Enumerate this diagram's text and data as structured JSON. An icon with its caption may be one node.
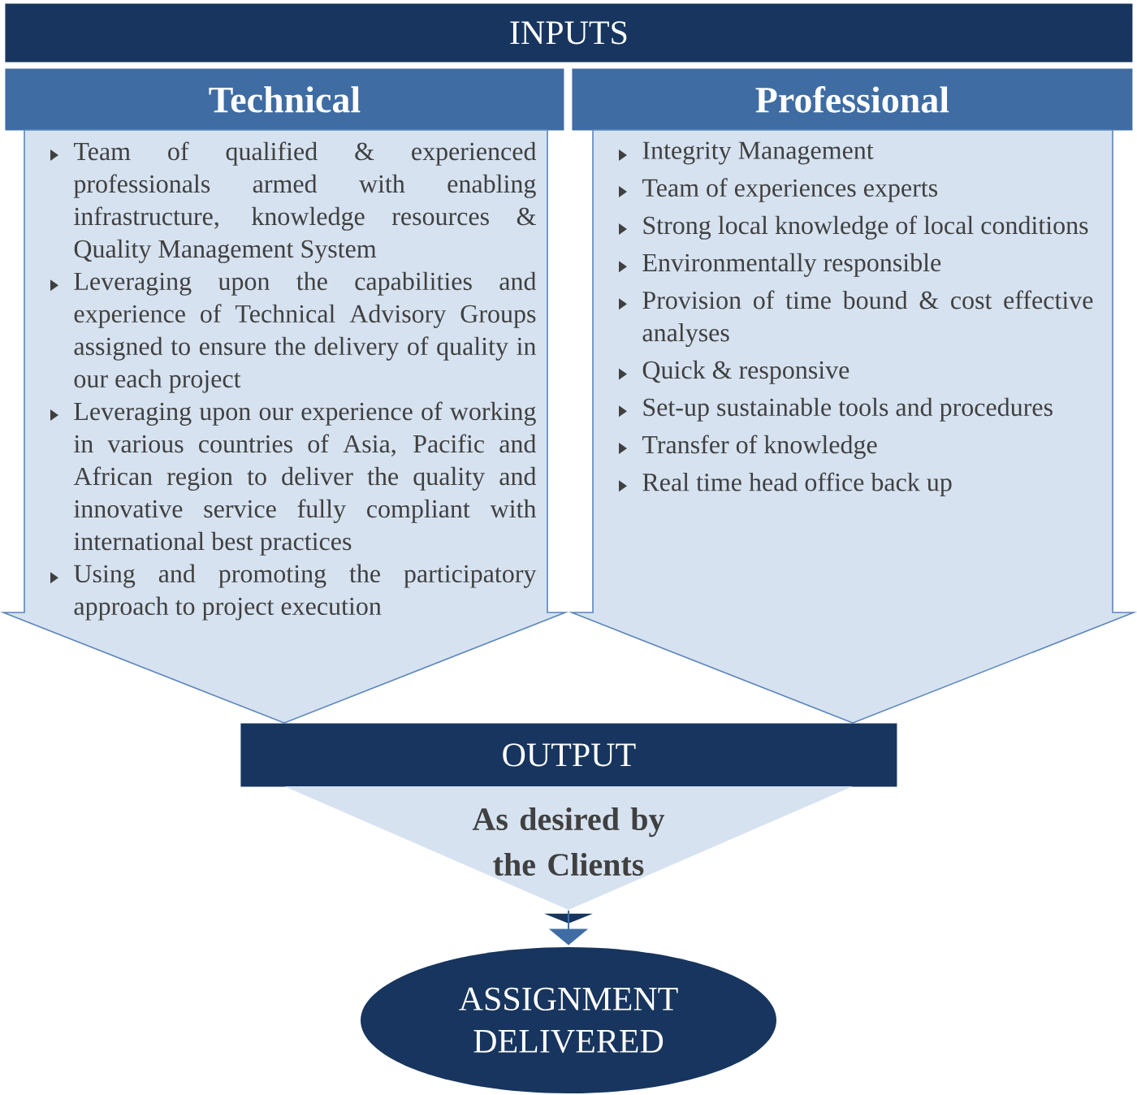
{
  "diagram": {
    "nodes": [
      {
        "text": [
          "INPUTS"
        ]
      },
      {
        "text": [
          "Technical"
        ]
      },
      {
        "text": [
          "Team of qualified & experienced professionals armed with enabling infrastructure, knowledge resources & Quality Management System",
          "Leveraging upon the capabilities and experience of Technical Advisory Groups assigned to ensure the delivery of quality in our each project",
          "Leveraging upon our experience of working in various countries of Asia, Pacific and African region to deliver the quality and innovative service fully compliant with international best practices",
          "Using and promoting the participatory approach to project execution"
        ]
      },
      {
        "text": [
          "Professional"
        ]
      },
      {
        "text": [
          "Integrity Management",
          "Team of experiences experts",
          "Strong local knowledge of local conditions",
          "Environmentally responsible",
          "Provision of time bound & cost effective analyses",
          "Quick & responsive",
          "Set-up sustainable tools and procedures",
          "Transfer of knowledge",
          "Real time head office back up"
        ]
      },
      {
        "text": [
          "OUTPUT"
        ]
      },
      {
        "text": [
          "As desired by the Clients"
        ]
      },
      {
        "text": [
          "ASSIGNMENT DELIVERED"
        ]
      }
    ],
    "edges": [
      {
        "from": 6,
        "to": 7,
        "arrow": "to"
      }
    ]
  }
}
